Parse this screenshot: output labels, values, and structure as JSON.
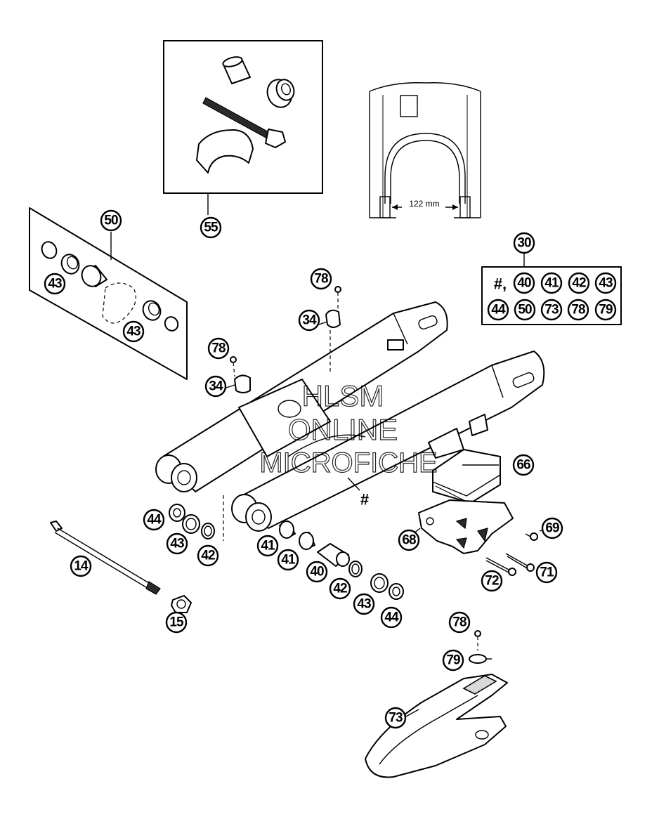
{
  "dimension_label": "122 mm",
  "hash_marker": "#",
  "kit_30": {
    "number": "30",
    "prefix": "#,",
    "row1": [
      "40",
      "41",
      "42",
      "43"
    ],
    "row2": [
      "44",
      "50",
      "73",
      "78",
      "79"
    ]
  },
  "callouts": {
    "c55": "55",
    "c50": "50",
    "c43a": "43",
    "c43b": "43",
    "c78a": "78",
    "c34a": "34",
    "c78b": "78",
    "c34b": "34",
    "c66": "66",
    "c69": "69",
    "c68": "68",
    "c71": "71",
    "c72": "72",
    "c44a": "44",
    "c43c": "43",
    "c42a": "42",
    "c41a": "41",
    "c41b": "41",
    "c40": "40",
    "c42b": "42",
    "c43d": "43",
    "c44b": "44",
    "c14": "14",
    "c15": "15",
    "c78c": "78",
    "c79": "79",
    "c73": "73"
  },
  "watermark": {
    "line1": "HLSM",
    "line2": "ONLINE",
    "line3": "MICROFICHE"
  }
}
